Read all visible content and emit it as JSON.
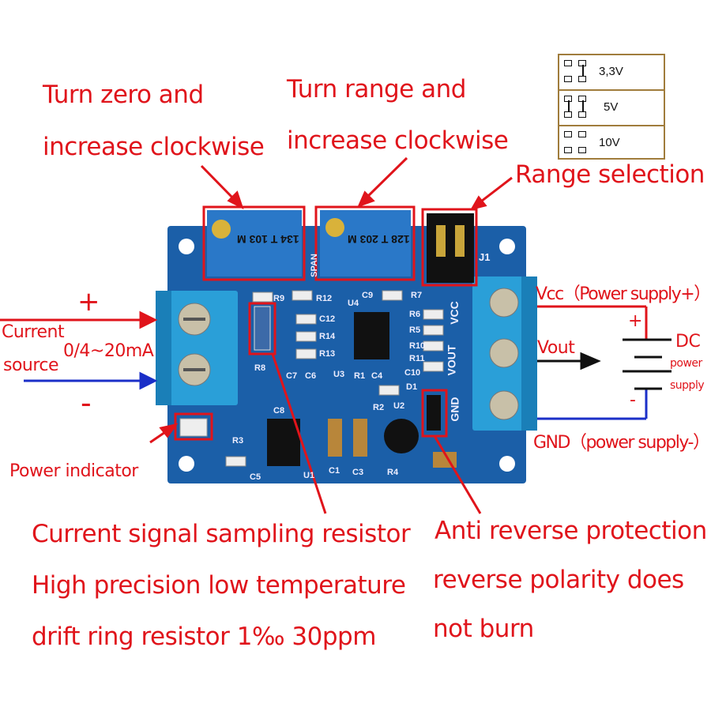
{
  "annotations": {
    "zero": [
      "Turn zero and",
      "increase clockwise"
    ],
    "range": [
      "Turn range and",
      "increase clockwise"
    ],
    "range_selection": "Range selection",
    "input": {
      "plus": "+",
      "minus": "-",
      "current": "Current",
      "source": "source",
      "range": "0/4~20mA"
    },
    "power_indicator": "Power indicator",
    "sampling": [
      "Current signal sampling resistor",
      "High precision low temperature",
      "drift ring resistor 1‰ 30ppm"
    ],
    "protection": [
      "Anti reverse protection",
      "reverse polarity does",
      "not burn"
    ],
    "output": {
      "vcc": "Vcc（Power supply+）",
      "vout": "Vout",
      "gnd": "GND（power supply-）",
      "plus": "+",
      "minus": "-",
      "dc": "DC",
      "power": "power",
      "supply": "supply"
    }
  },
  "legend": [
    {
      "label": "3,3V",
      "jumpers": "right"
    },
    {
      "label": "5V",
      "jumpers": "both"
    },
    {
      "label": "10V",
      "jumpers": "none"
    }
  ],
  "board": {
    "pot_zero": "134 T 103 M",
    "pot_span": "128 T 203 M",
    "span_label": "SPAN",
    "labels": [
      "R12",
      "U4",
      "C9",
      "R7",
      "C12",
      "R14",
      "R13",
      "R6",
      "R5",
      "R10",
      "R11",
      "C10",
      "C7",
      "C6",
      "U3",
      "R1",
      "C4",
      "R9",
      "R8",
      "C8",
      "R3",
      "U1",
      "C5",
      "C1",
      "C3",
      "R4",
      "R2",
      "U2",
      "D1",
      "J1",
      "VCC",
      "VOUT",
      "GND"
    ]
  },
  "colors": {
    "annotation": "#e0141b",
    "pcb": "#1b5fa8",
    "terminal": "#2a9fd8",
    "pot": "#2a78c8",
    "wire_positive": "#e0141b",
    "wire_negative": "#1b2fc8"
  }
}
